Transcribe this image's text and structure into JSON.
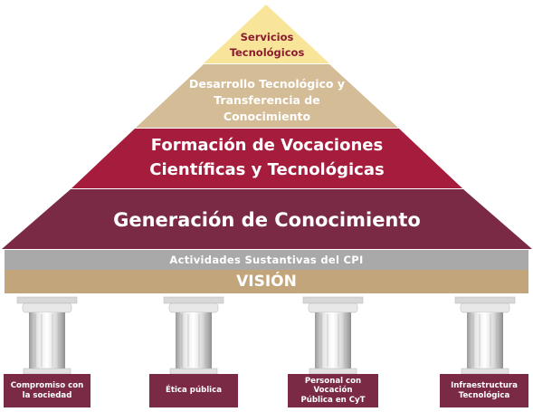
{
  "pyramid": {
    "top": "Servicios\nTecnológicos",
    "development": "Desarrollo Tecnológico y\nTransferencia de\nConocimiento",
    "formation": "Formación de Vocaciones\nCientíficas y Tecnológicas",
    "generation": "Generación de Conocimiento"
  },
  "bands": {
    "activities": "Actividades Sustantivas del  CPI",
    "vision": "VISIÓN"
  },
  "pillars": [
    {
      "label": "Compromiso con\nla sociedad"
    },
    {
      "label": "Ética pública"
    },
    {
      "label": "Personal con\nVocación\nPública en CyT"
    },
    {
      "label": "Infraestructura\nTecnológica"
    }
  ],
  "colors": {
    "top": "#f9e59a",
    "development": "#d4bc96",
    "formation": "#a61c3c",
    "generation": "#7a2a45",
    "activities": "#a9a9a9",
    "vision": "#c3a57c",
    "pillar_base": "#7a2a45"
  }
}
